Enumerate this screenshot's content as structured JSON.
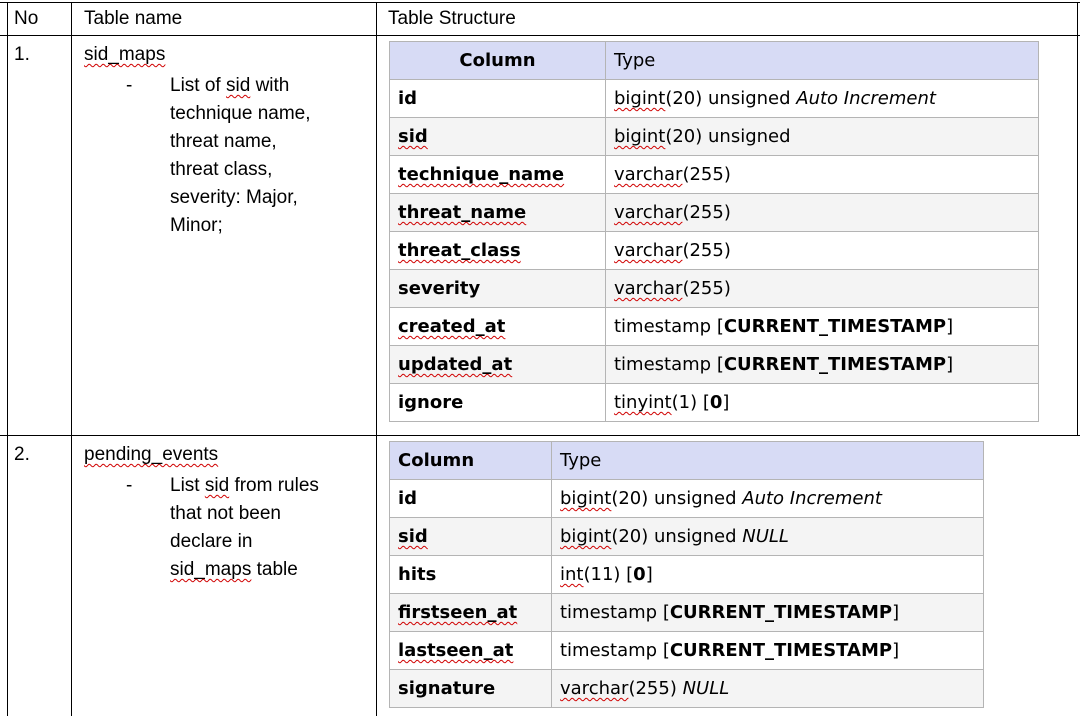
{
  "header": {
    "no": "No",
    "table_name": "Table name",
    "structure": "Table Structure"
  },
  "rows": [
    {
      "no": "1.",
      "name": "sid_maps",
      "dash": "-",
      "desc_lines": [
        "List of sid with",
        "technique name,",
        "threat name,",
        "threat class,",
        "severity: Major,",
        "Minor;"
      ],
      "schema": {
        "col_header": "Column",
        "type_header": "Type",
        "columns": [
          {
            "name": "id",
            "type": "bigint(20) unsigned",
            "extra": "Auto Increment",
            "extra_style": "italic"
          },
          {
            "name": "sid",
            "type": "bigint(20) unsigned",
            "extra": "",
            "extra_style": ""
          },
          {
            "name": "technique_name",
            "type": "varchar(255)",
            "extra": "",
            "extra_style": ""
          },
          {
            "name": "threat_name",
            "type": "varchar(255)",
            "extra": "",
            "extra_style": ""
          },
          {
            "name": "threat_class",
            "type": "varchar(255)",
            "extra": "",
            "extra_style": ""
          },
          {
            "name": "severity",
            "type": "varchar(255)",
            "extra": "",
            "extra_style": ""
          },
          {
            "name": "created_at",
            "type": "timestamp [",
            "extra": "CURRENT_TIMESTAMP",
            "extra_style": "bold",
            "suffix": "]"
          },
          {
            "name": "updated_at",
            "type": "timestamp [",
            "extra": "CURRENT_TIMESTAMP",
            "extra_style": "bold",
            "suffix": "]"
          },
          {
            "name": "ignore",
            "type": "tinyint(1) [",
            "extra": "0",
            "extra_style": "bold",
            "suffix": "]"
          }
        ]
      }
    },
    {
      "no": "2.",
      "name": "pending_events",
      "dash": "-",
      "desc_lines": [
        "List sid from rules",
        "that not been",
        "declare in",
        "sid_maps table"
      ],
      "schema": {
        "col_header": "Column",
        "type_header": "Type",
        "columns": [
          {
            "name": "id",
            "type": "bigint(20) unsigned",
            "extra": "Auto Increment",
            "extra_style": "italic"
          },
          {
            "name": "sid",
            "type": "bigint(20) unsigned",
            "extra": "NULL",
            "extra_style": "italic"
          },
          {
            "name": "hits",
            "type": "int(11) [",
            "extra": "0",
            "extra_style": "bold",
            "suffix": "]"
          },
          {
            "name": "firstseen_at",
            "type": "timestamp [",
            "extra": "CURRENT_TIMESTAMP",
            "extra_style": "bold",
            "suffix": "]"
          },
          {
            "name": "lastseen_at",
            "type": "timestamp [",
            "extra": "CURRENT_TIMESTAMP",
            "extra_style": "bold",
            "suffix": "]"
          },
          {
            "name": "signature",
            "type": "varchar(255)",
            "extra": "NULL",
            "extra_style": "italic"
          }
        ]
      }
    }
  ]
}
